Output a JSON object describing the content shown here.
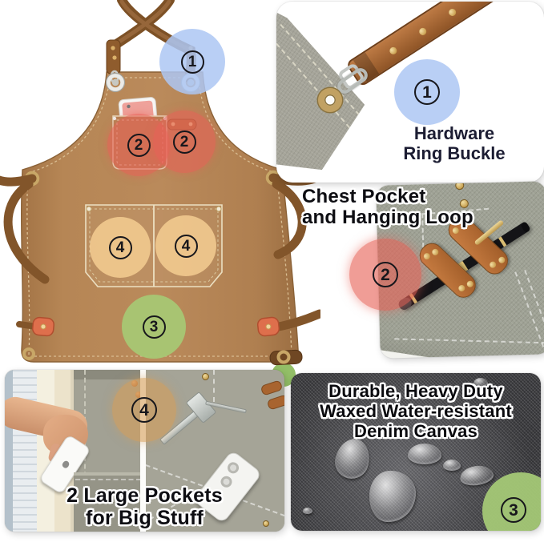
{
  "callouts": {
    "hardware": {
      "number": "1",
      "title": [
        "Hardware",
        "Ring Buckle"
      ]
    },
    "chest_pocket": {
      "number": "2",
      "title": [
        "Chest Pocket",
        "and Hanging Loop"
      ]
    },
    "durable_canvas": {
      "number": "3",
      "title": [
        "Durable, Heavy Duty",
        "Waxed Water-resistant",
        "Denim Canvas"
      ]
    },
    "large_pockets": {
      "number": "4",
      "title": [
        "2 Large Pockets",
        "for Big Stuff"
      ]
    }
  },
  "apron_markers": [
    {
      "number": "1",
      "feature": "hardware-ring-buckle",
      "color": "rgba(173,199,243,0.85)"
    },
    {
      "number": "2",
      "feature": "chest-pocket",
      "color": "rgba(231,97,86,0.6)"
    },
    {
      "number": "2",
      "feature": "hanging-loop",
      "color": "rgba(231,97,86,0.6)"
    },
    {
      "number": "4",
      "feature": "large-pocket-left",
      "color": "rgba(246,208,148,0.82)"
    },
    {
      "number": "4",
      "feature": "large-pocket-right",
      "color": "rgba(246,208,148,0.82)"
    },
    {
      "number": "3",
      "feature": "denim-canvas",
      "color": "rgba(166,199,116,0.95)"
    }
  ],
  "colors": {
    "marker_blue": "rgba(173,199,243,0.85)",
    "marker_red": "rgba(231,97,86,0.62)",
    "marker_tan_photo": "rgba(214,158,88,0.6)",
    "marker_green": "rgba(164,200,118,0.95)",
    "apron_tan": "#b28252",
    "strap_brown": "#7d5126",
    "canvas_grey": "#a2a295",
    "denim_dark": "#3c3c3f",
    "label_dark": "#101016",
    "hardware_label_navy": "#1c1d33"
  }
}
